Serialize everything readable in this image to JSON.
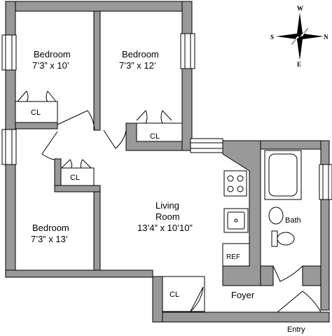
{
  "rooms": {
    "bedroom_top_left": {
      "name": "Bedroom",
      "size": "7’3” x 10’"
    },
    "bedroom_top_right": {
      "name": "Bedroom",
      "size": "7’3” x 12’"
    },
    "bedroom_bottom": {
      "name": "Bedroom",
      "size": "7’3” x 13’"
    },
    "living_room": {
      "name_line1": "Living",
      "name_line2": "Room",
      "size": "13’4” x 10’10”"
    },
    "foyer": {
      "name": "Foyer"
    },
    "bath": {
      "name": "Bath"
    }
  },
  "closets": {
    "closet_1": "CL",
    "closet_2": "CL",
    "closet_3": "CL",
    "closet_4": "CL"
  },
  "kitchen": {
    "ref_label": "REF"
  },
  "entry": {
    "label": "Entry"
  },
  "compass": {
    "north": "N",
    "south": "S",
    "east": "E",
    "west": "W"
  },
  "colors": {
    "wall": "#999999",
    "line": "#000000",
    "floor": "#ffffff"
  }
}
